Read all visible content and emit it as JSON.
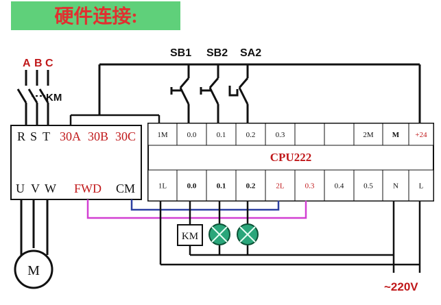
{
  "title": "硬件连接:",
  "supply_phases": [
    "A",
    "B",
    "C"
  ],
  "contactor_label": "KM",
  "switches": [
    "SB1",
    "SB2",
    "SA2"
  ],
  "inverter": {
    "top_terminals": [
      "R",
      "S",
      "T"
    ],
    "relay_terminals": [
      "30A",
      "30B",
      "30C"
    ],
    "bottom_terminals": [
      "U",
      "V",
      "W"
    ],
    "fwd_label": "FWD",
    "cm_label": "CM"
  },
  "motor_label": "M",
  "plc": {
    "model": "CPU222",
    "top_row": [
      "1M",
      "0.0",
      "0.1",
      "0.2",
      "0.3",
      "",
      "",
      "2M",
      "M",
      "+24"
    ],
    "bottom_row": [
      "1L",
      "0.0",
      "0.1",
      "0.2",
      "2L",
      "0.3",
      "0.4",
      "0.5",
      "N",
      "L"
    ]
  },
  "output_coil_label": "KM",
  "mains_label": "~220V",
  "colors": {
    "title_background": "#5fd07a",
    "title_text": "#e03030",
    "red_label": "#c0181a",
    "blue_wire": "#2c3fa0",
    "magenta_wire": "#d23fd2",
    "lamp_fill": "#2aa67a"
  }
}
